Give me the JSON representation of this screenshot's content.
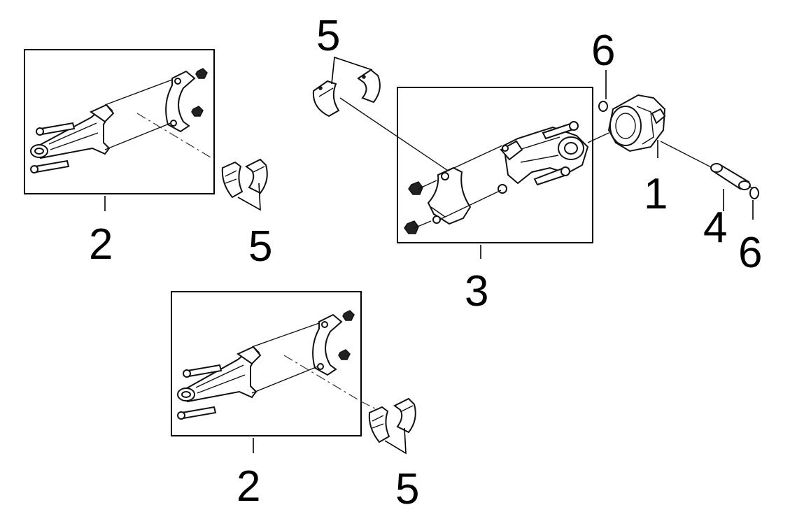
{
  "callouts": {
    "piston": "1",
    "rod_assembly_top_left": "2",
    "rod_assembly_bottom": "2",
    "rod_assembly_center": "3",
    "piston_pin": "4",
    "bearing_top": "5",
    "bearing_left": "5",
    "bearing_bottom": "5",
    "snap_ring_top": "6",
    "snap_ring_right": "6"
  },
  "icons": [
    "connecting-rod",
    "bearing-shell",
    "piston",
    "piston-pin",
    "snap-ring",
    "rod-bolt",
    "nut"
  ],
  "colors": {
    "line": "#000000",
    "background": "#ffffff"
  }
}
